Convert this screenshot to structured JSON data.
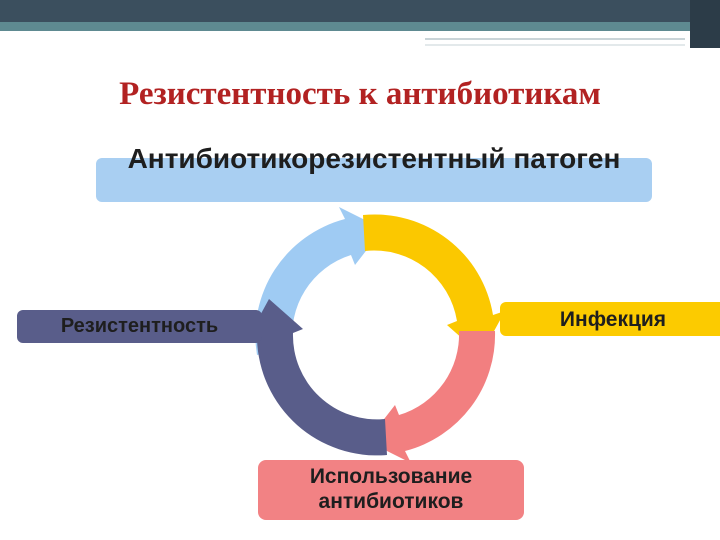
{
  "title": "Резистентность к антибиотикам",
  "nodes": {
    "pathogen": "Антибиотикорезистентный патоген",
    "infection": "Инфекция",
    "usage": "Использование антибиотиков",
    "resistance": "Резистентность"
  },
  "colors": {
    "title": "#b22222",
    "pathogen": "#a9cff2",
    "infection": "#fccb00",
    "usage": "#f28284",
    "resistance": "#595d8a",
    "arrow_blue": "#9fcbf3",
    "arrow_yellow": "#fbc800",
    "arrow_pink": "#f27f80",
    "arrow_navy": "#595d8a"
  }
}
